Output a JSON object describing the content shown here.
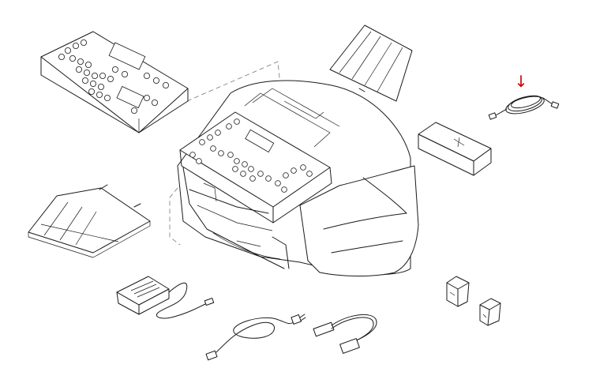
{
  "diagram": {
    "line_color": "#1a1a1a",
    "highlight_color": "#cc0000",
    "highlight_marker": "↓",
    "parts": [
      {
        "name": "control-panel-overlay"
      },
      {
        "name": "main-unit"
      },
      {
        "name": "document-input-tray"
      },
      {
        "name": "paper-output-tray"
      },
      {
        "name": "phone-cord"
      },
      {
        "name": "ink-cartridge-box"
      },
      {
        "name": "power-adapter"
      },
      {
        "name": "power-cord"
      },
      {
        "name": "parallel-cable"
      },
      {
        "name": "print-cartridges"
      }
    ]
  }
}
